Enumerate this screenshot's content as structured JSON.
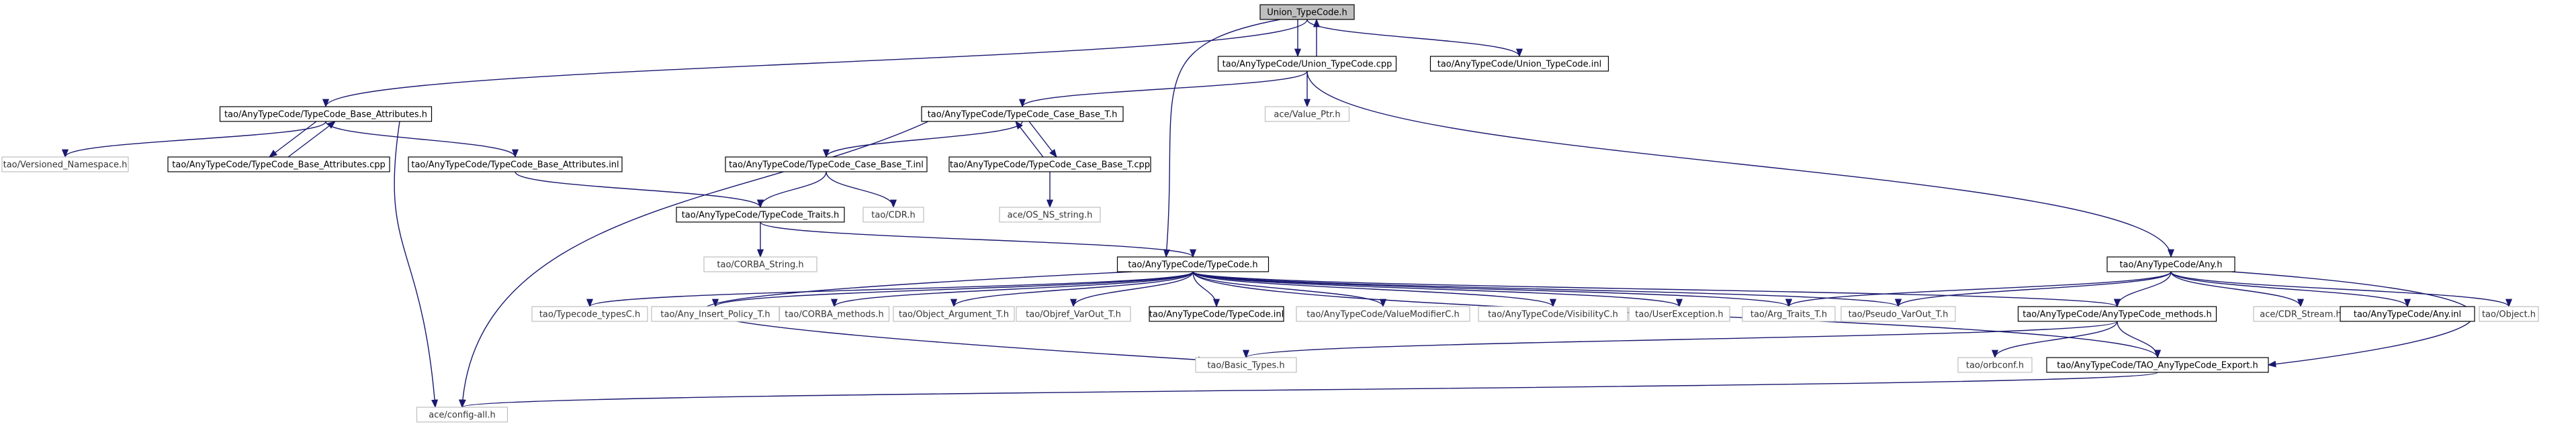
{
  "colors": {
    "edge": "#191970",
    "node_border": "#000000",
    "external_border": "#bfbfbf",
    "highlight_fill": "#bfbfbf",
    "text": "#000000",
    "external_text": "#333333"
  },
  "nodes": {
    "union_h": "Union_TypeCode.h",
    "union_cpp": "tao/AnyTypeCode/Union_TypeCode.cpp",
    "union_inl": "tao/AnyTypeCode/Union_TypeCode.inl",
    "base_attr_h": "tao/AnyTypeCode/TypeCode_Base_Attributes.h",
    "value_ptr": "ace/Value_Ptr.h",
    "case_base_h": "tao/AnyTypeCode/TypeCode_Case_Base_T.h",
    "versioned_ns": "tao/Versioned_Namespace.h",
    "base_attr_cpp": "tao/AnyTypeCode/TypeCode_Base_Attributes.cpp",
    "base_attr_inl": "tao/AnyTypeCode/TypeCode_Base_Attributes.inl",
    "case_base_inl": "tao/AnyTypeCode/TypeCode_Case_Base_T.inl",
    "case_base_cpp": "tao/AnyTypeCode/TypeCode_Case_Base_T.cpp",
    "traits_h": "tao/AnyTypeCode/TypeCode_Traits.h",
    "cdr_h": "tao/CDR.h",
    "os_ns_string": "ace/OS_NS_string.h",
    "corba_string": "tao/CORBA_String.h",
    "typecode_h": "tao/AnyTypeCode/TypeCode.h",
    "any_h": "tao/AnyTypeCode/Any.h",
    "typecode_typesc": "tao/Typecode_typesC.h",
    "any_insert": "tao/Any_Insert_Policy_T.h",
    "corba_methods": "tao/CORBA_methods.h",
    "object_argument": "tao/Object_Argument_T.h",
    "objref_varout": "tao/Objref_VarOut_T.h",
    "typecode_inl": "tao/AnyTypeCode/TypeCode.inl",
    "value_modifier": "tao/AnyTypeCode/ValueModifierC.h",
    "visibility": "tao/AnyTypeCode/VisibilityC.h",
    "user_exception": "tao/UserException.h",
    "arg_traits": "tao/Arg_Traits_T.h",
    "pseudo_varout": "tao/Pseudo_VarOut_T.h",
    "anytypecode_methods": "tao/AnyTypeCode/AnyTypeCode_methods.h",
    "cdr_stream": "ace/CDR_Stream.h",
    "any_inl": "tao/AnyTypeCode/Any.inl",
    "object_h": "tao/Object.h",
    "basic_types": "tao/Basic_Types.h",
    "orbconf": "tao/orbconf.h",
    "tao_export": "tao/AnyTypeCode/TAO_AnyTypeCode_Export.h",
    "config_all": "ace/config-all.h"
  }
}
